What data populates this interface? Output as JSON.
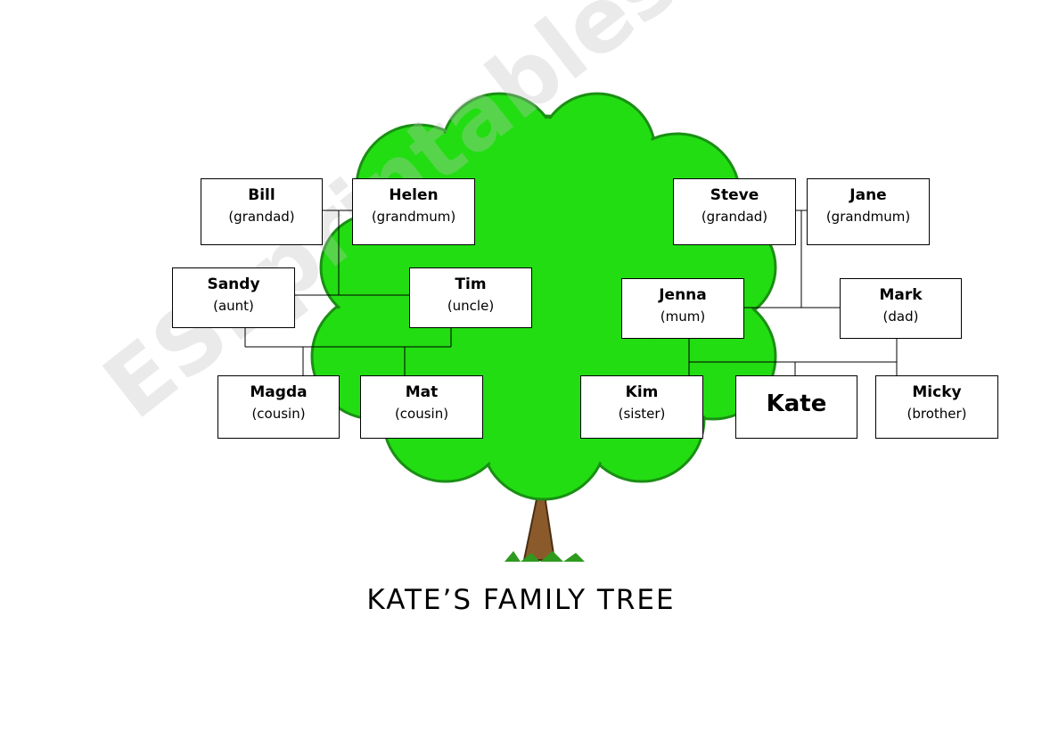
{
  "title": "KATE’S FAMILY TREE",
  "watermark": "ESLprintables.com",
  "colors": {
    "foliage": "#22dd12",
    "foliage_outline": "#1a8f14",
    "trunk": "#8b5a2b",
    "grass": "#2e9a1e",
    "line": "#000000"
  },
  "people": {
    "bill": {
      "name": "Bill",
      "role": "(grandad)"
    },
    "helen": {
      "name": "Helen",
      "role": "(grandmum)"
    },
    "steve": {
      "name": "Steve",
      "role": "(grandad)"
    },
    "jane": {
      "name": "Jane",
      "role": "(grandmum)"
    },
    "sandy": {
      "name": "Sandy",
      "role": "(aunt)"
    },
    "tim": {
      "name": "Tim",
      "role": "(uncle)"
    },
    "jenna": {
      "name": "Jenna",
      "role": "(mum)"
    },
    "mark": {
      "name": "Mark",
      "role": "(dad)"
    },
    "magda": {
      "name": "Magda",
      "role": "(cousin)"
    },
    "mat": {
      "name": "Mat",
      "role": "(cousin)"
    },
    "kim": {
      "name": "Kim",
      "role": "(sister)"
    },
    "kate": {
      "name": "Kate"
    },
    "micky": {
      "name": "Micky",
      "role": "(brother)"
    }
  }
}
